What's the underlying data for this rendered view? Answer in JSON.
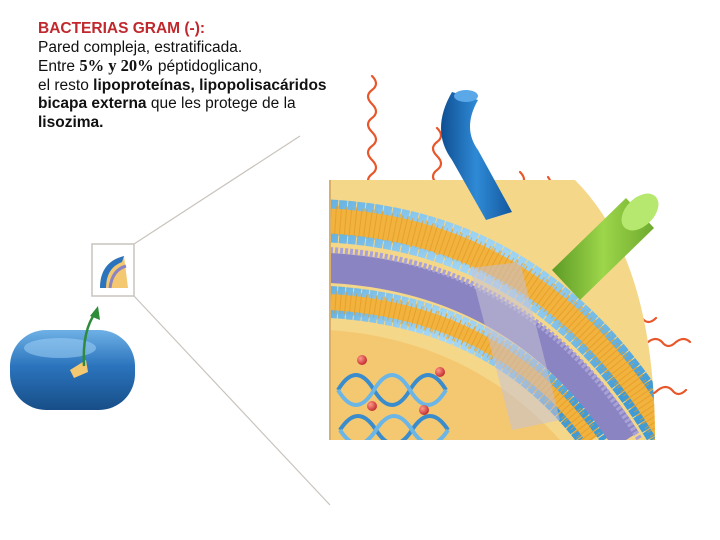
{
  "text": {
    "title": "BACTERIAS GRAM (-):",
    "line1": "Pared compleja, estratificada.",
    "line2_pre": "Entre ",
    "line2_pct": "5% y 20%",
    "line2_post": "  péptidoglicano,",
    "line3_pre": "el resto ",
    "line3_bold": "lipoproteínas, lipopolisacáridos",
    "line4_bold": "bicapa externa",
    "line4_post": " que les protege de la",
    "line5_bold": "lisozima."
  },
  "colors": {
    "title": "#c0282d",
    "lipid_head": "#63b8e4",
    "lipid_tail": "#f2b23e",
    "periplasm": "#8a84c2",
    "peptidoglycan": "#f3c871",
    "lps_chain": "#e8562a",
    "protein_blue": "#1f6fb7",
    "protein_green": "#8cc63f",
    "cell_blue": "#2b74bd",
    "arrow": "#2e8b3a"
  }
}
